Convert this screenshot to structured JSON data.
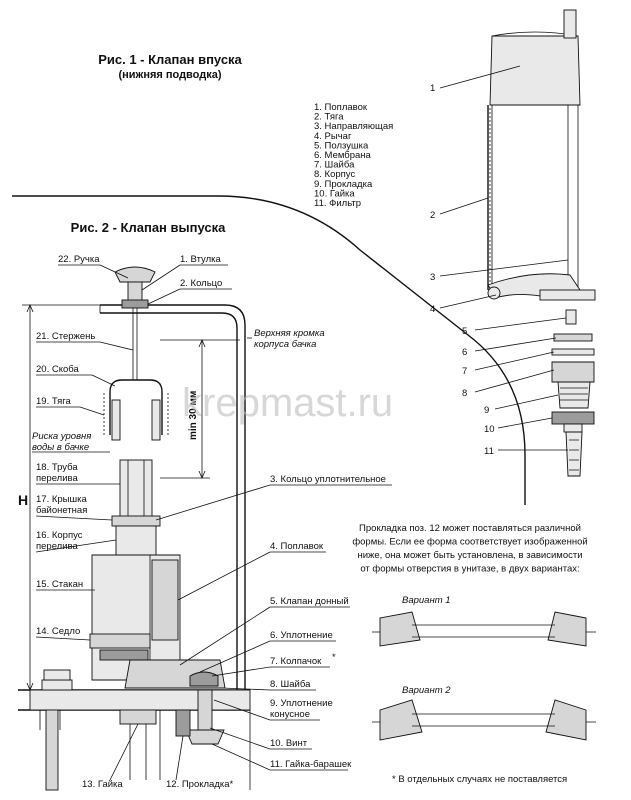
{
  "fig1": {
    "title": "Рис. 1 - Клапан впуска",
    "subtitle": "(нижняя подводка)",
    "legend": [
      "1. Поплавок",
      "2. Тяга",
      "3. Направляющая",
      "4. Рычаг",
      "5. Ползушка",
      "6. Мембрана",
      "7. Шайба",
      "8. Корпус",
      "9. Прокладка",
      "10. Гайка",
      "11. Фильтр"
    ],
    "callouts": [
      "1",
      "2",
      "3",
      "4",
      "5",
      "6",
      "7",
      "8",
      "9",
      "10",
      "11"
    ]
  },
  "fig2": {
    "title": "Рис. 2 - Клапан выпуска",
    "dim_h": "H",
    "dim_min": "min 30 мм",
    "tank_rim_note": [
      "Верхняя кромка",
      "корпуса бачка"
    ],
    "water_mark_note": [
      "Риска уровня",
      "воды в бачке"
    ],
    "labels_left": {
      "l22": "22. Ручка",
      "l21": "21. Стержень",
      "l20": "20. Скоба",
      "l19": "19. Тяга",
      "l18a": "18. Труба",
      "l18b": "перелива",
      "l17a": "17. Крышка",
      "l17b": "байонетная",
      "l16a": "16. Корпус",
      "l16b": "перелива",
      "l15": "15. Стакан",
      "l14": "14. Седло",
      "l13": "13. Гайка",
      "l12": "12. Прокладка*"
    },
    "labels_right": {
      "l1": "1. Втулка",
      "l2": "2. Кольцо",
      "l3": "3. Кольцо уплотнительное",
      "l4": "4. Поплавок",
      "l5": "5. Клапан донный",
      "l6": "6. Уплотнение",
      "l7": "7. Колпачок",
      "l7star": "*",
      "l8": "8. Шайба",
      "l9a": "9. Уплотнение",
      "l9b": "конусное",
      "l10": "10. Винт",
      "l11": "11. Гайка-барашек"
    }
  },
  "note": {
    "lines": [
      "Прокладка поз. 12 может поставляться различной",
      "формы. Если ее форма соответствует изображенной",
      "ниже, она может быть установлена, в зависимости",
      "от формы отверстия в унитазе, в двух вариантах:"
    ],
    "variant1": "Вариант 1",
    "variant2": "Вариант 2",
    "footnote": "* В отдельных случаях не поставляется"
  },
  "watermark": "krepmast.ru",
  "colors": {
    "ink": "#111111",
    "part_fill": "#d6d6d6",
    "dark_fill": "#9c9c9c"
  }
}
